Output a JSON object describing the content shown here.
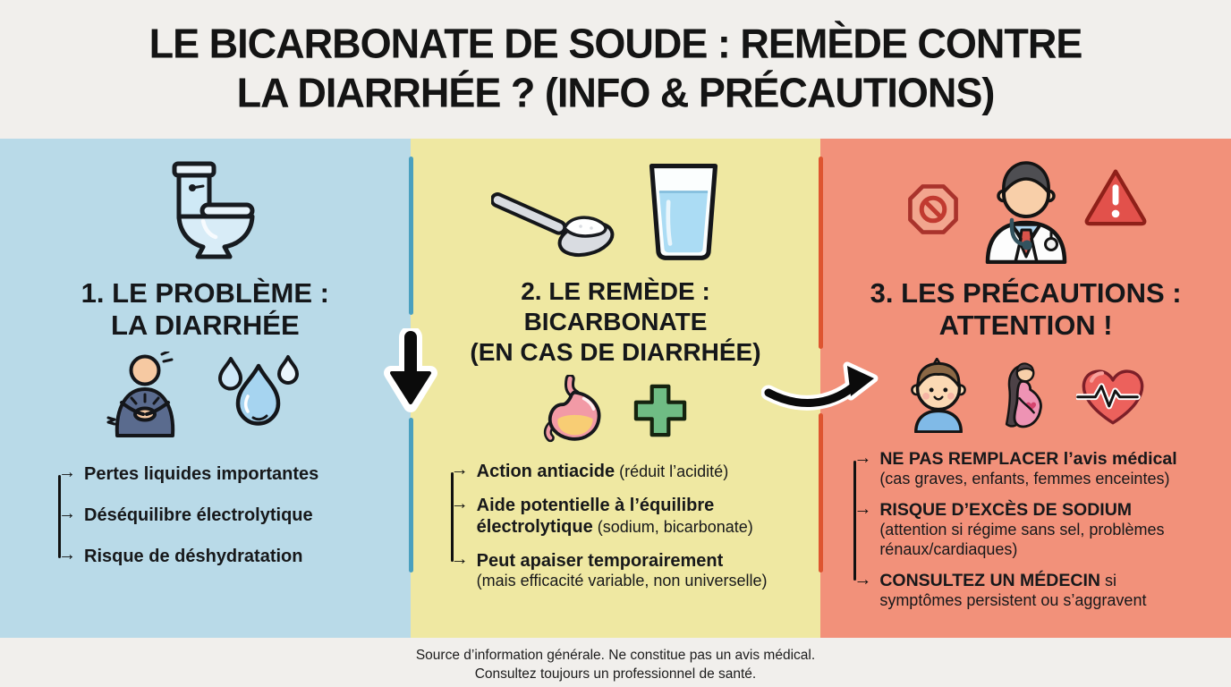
{
  "title": {
    "line1": "LE BICARBONATE DE SOUDE : REMÈDE CONTRE",
    "line2": "LA DIARRHÉE ? (INFO & PRÉCAUTIONS)"
  },
  "glyphs": {
    "bullet_arrow": "→"
  },
  "colors": {
    "background": "#f1efec",
    "panel_problem_bg": "#b9dae8",
    "panel_remedy_bg": "#efe8a2",
    "panel_caution_bg": "#f2917a",
    "divider_teal": "#4aa0bf",
    "divider_orange": "#de5530",
    "text": "#16181b"
  },
  "columns": [
    {
      "heading": [
        "1. LE PROBLÈME :",
        "LA DIARRHÉE"
      ],
      "icons_top": [
        "toilet-icon"
      ],
      "icons_mid": [
        "person-stomach-pain-icon",
        "water-drops-icon"
      ],
      "bullets": [
        {
          "bold": "Pertes liquides importantes",
          "normal": ""
        },
        {
          "bold": "Déséquilibre électrolytique",
          "normal": ""
        },
        {
          "bold": "Risque de déshydratation",
          "normal": ""
        }
      ]
    },
    {
      "heading": [
        "2. LE REMÈDE :",
        "BICARBONATE",
        "(EN CAS DE DIARRHÉE)"
      ],
      "icons_top": [
        "spoon-powder-icon",
        "water-glass-icon"
      ],
      "icons_mid": [
        "stomach-icon",
        "plus-icon"
      ],
      "bullets": [
        {
          "bold": "Action antiacide",
          "normal": " (réduit l’acidité)"
        },
        {
          "bold": "Aide potentielle à l’équilibre électrolytique",
          "normal": " (sodium, bicarbonate)"
        },
        {
          "bold": "Peut apaiser temporairement",
          "normal": "\n(mais efficacité variable, non universelle)"
        }
      ]
    },
    {
      "heading": [
        "3. LES PRÉCAUTIONS :",
        "ATTENTION !"
      ],
      "icons_top": [
        "no-entry-icon",
        "doctor-icon",
        "warning-triangle-icon"
      ],
      "icons_mid": [
        "child-icon",
        "pregnant-woman-icon",
        "heart-ekg-icon"
      ],
      "bullets": [
        {
          "bold": "NE PAS REMPLACER l’avis médical",
          "normal": "\n(cas graves, enfants, femmes enceintes)"
        },
        {
          "bold": "RISQUE D’EXCÈS DE SODIUM",
          "normal": "\n(attention si régime sans sel, problèmes\nrénaux/cardiaques)"
        },
        {
          "bold": "CONSULTEZ UN MÉDECIN",
          "normal": " si\nsymptômes persistent ou s’aggravent"
        }
      ]
    }
  ],
  "footer": {
    "line1": "Source d’information générale. Ne constitue pas un avis médical.",
    "line2": "Consultez toujours un professionnel de santé."
  }
}
